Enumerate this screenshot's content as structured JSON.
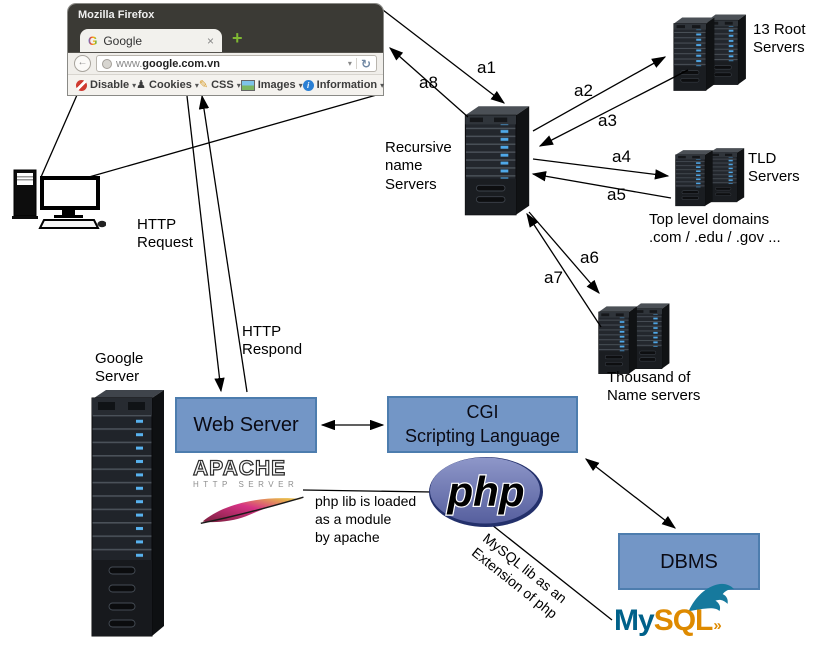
{
  "colors": {
    "box_fill": "#7396c6",
    "box_border": "#4d7dae",
    "titlebar": "#3b3a35",
    "new_tab_green": "#7fb832",
    "disable_red": "#cf3a30",
    "info_blue": "#2a7fd4",
    "php_purple": "#737bb4",
    "mysql_blue": "#00618a",
    "mysql_orange": "#de8a00",
    "apache_magenta": "#d63384"
  },
  "browser": {
    "window_title": "Mozilla Firefox",
    "tab_title": "Google",
    "favicon_letter": "G",
    "close_glyph": "×",
    "new_tab_glyph": "+",
    "back_glyph": "←",
    "url_prefix": "www.",
    "url_domain": "google",
    "url_suffix": ".com.vn",
    "dropdown_glyph": "▾",
    "reload_glyph": "↻",
    "toolbar": [
      {
        "label": "Disable"
      },
      {
        "label": "Cookies"
      },
      {
        "label": "CSS"
      },
      {
        "label": "Images"
      },
      {
        "label": "Information"
      }
    ],
    "icons": {
      "cookies_glyph": "♟",
      "css_glyph": "✎",
      "info_glyph": "i"
    }
  },
  "diagram": {
    "labels": {
      "recursive": "Recursive\nname\nServers",
      "root": "13 Root\nServers",
      "tld": "TLD\nServers",
      "tld_caption": "Top level domains\n.com / .edu / .gov ...",
      "thousand": "Thousand of\nName servers",
      "google_server": "Google\nServer",
      "http_request": "HTTP\nRequest",
      "http_respond": "HTTP\nRespond",
      "php_note": "php lib is loaded\nas a module\nby apache",
      "mysql_note": "MySQL lib as an\nExtension of php"
    },
    "arrows": {
      "a1": "a1",
      "a2": "a2",
      "a3": "a3",
      "a4": "a4",
      "a5": "a5",
      "a6": "a6",
      "a7": "a7",
      "a8": "a8"
    },
    "boxes": {
      "web_server": "Web Server",
      "cgi": "CGI\nScripting Language",
      "dbms": "DBMS"
    },
    "logos": {
      "apache_title": "APACHE",
      "apache_sub": "HTTP SERVER",
      "php": "php",
      "mysql_my": "My",
      "mysql_sql": "SQL",
      "mysql_arrows": "»"
    }
  }
}
